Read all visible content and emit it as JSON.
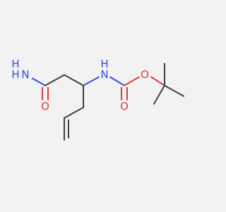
{
  "molecule": {
    "colors": {
      "carbon_bond": "#404040",
      "nitrogen": "#3050d8",
      "oxygen": "#e03a3a",
      "background": "#f2f2f2"
    },
    "labels": {
      "amide_nitrogen": "H2N",
      "amide_nitrogen_h": "H",
      "amide_nitrogen_n": "N",
      "amide_oxygen": "O",
      "carbamate_nh_h": "H",
      "carbamate_nh_n": "N",
      "ester_oxygen": "O",
      "carbonyl_oxygen": "O"
    }
  }
}
